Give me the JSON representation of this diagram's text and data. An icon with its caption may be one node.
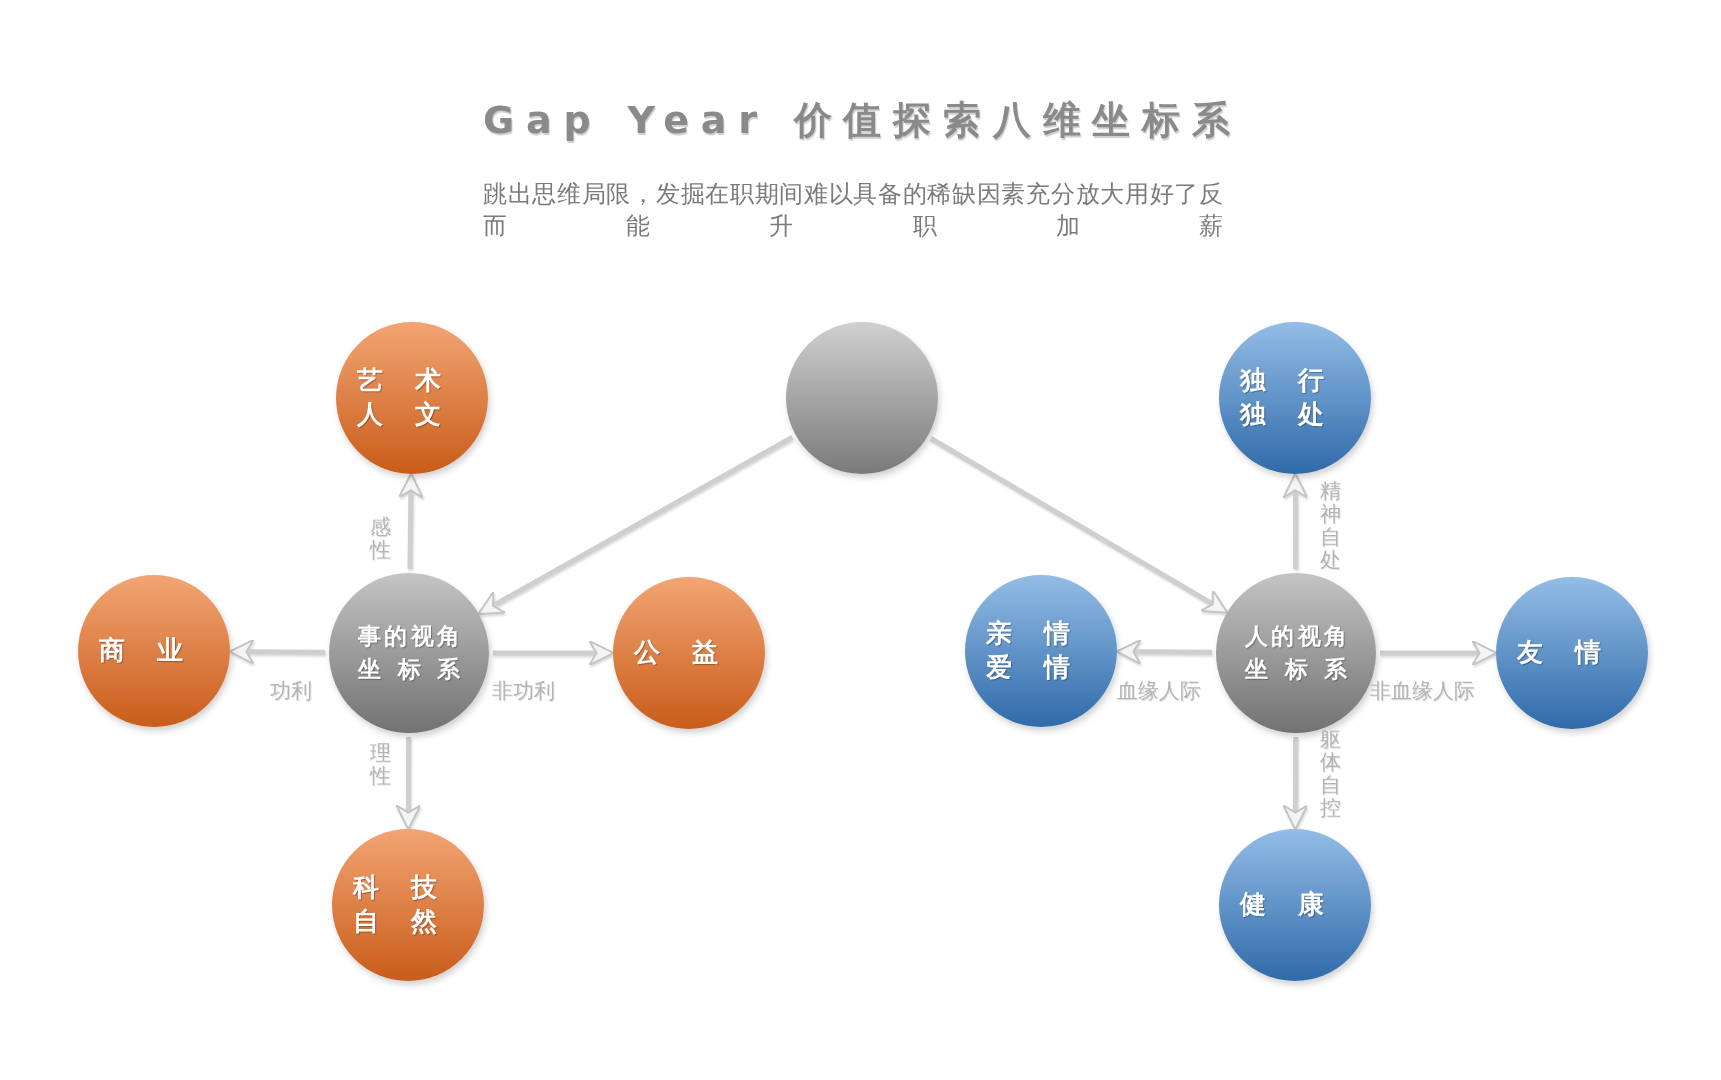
{
  "diagram": {
    "title": "Gap Year 价值探索八维坐标系",
    "nodes": [
      {
        "text": [],
        "shape": "circle"
      },
      {
        "text": [
          "事的视角坐标系"
        ]
      },
      {
        "text": [
          "艺术人文"
        ]
      },
      {
        "text": [
          "商业"
        ]
      },
      {
        "text": [
          "公益"
        ]
      },
      {
        "text": [
          "科技自然"
        ]
      },
      {
        "text": [
          "人的视角坐标系"
        ]
      },
      {
        "text": [
          "独行独处"
        ]
      },
      {
        "text": [
          "亲情爱情"
        ]
      },
      {
        "text": [
          "友情"
        ]
      },
      {
        "text": [
          "健康"
        ]
      }
    ],
    "edges": [
      {
        "from": 0,
        "to": 1,
        "arrow": "to"
      },
      {
        "from": 0,
        "to": 6,
        "arrow": "to"
      },
      {
        "from": 1,
        "to": 2,
        "arrow": "to",
        "label": "感性"
      },
      {
        "from": 1,
        "to": 3,
        "arrow": "to",
        "label": "功利"
      },
      {
        "from": 1,
        "to": 4,
        "arrow": "to",
        "label": "非功利"
      },
      {
        "from": 1,
        "to": 5,
        "arrow": "to",
        "label": "理性"
      },
      {
        "from": 6,
        "to": 7,
        "arrow": "to",
        "label": "精神自处"
      },
      {
        "from": 6,
        "to": 8,
        "arrow": "to",
        "label": "血缘人际"
      },
      {
        "from": 6,
        "to": 9,
        "arrow": "to",
        "label": "非血缘人际"
      },
      {
        "from": 6,
        "to": 10,
        "arrow": "to",
        "label": "躯体自控"
      }
    ],
    "labels": [
      "跳出思维局限，发掘在职期间难以具备的稀缺因素充分放大用好了反而能升职加薪"
    ]
  }
}
